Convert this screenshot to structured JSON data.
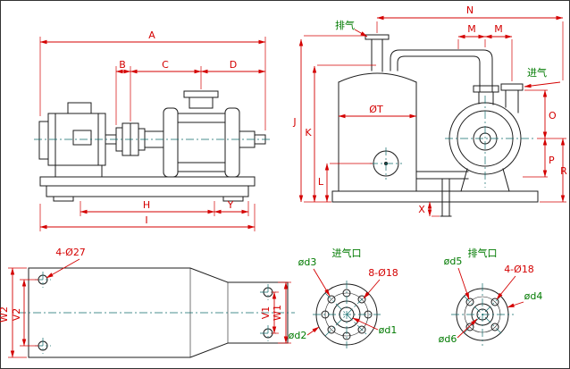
{
  "colors": {
    "dimension": "#d40000",
    "geometry": "#1c1c1c",
    "centerline": "#0e6b6b",
    "label_green": "#007a00",
    "background": "#ffffff"
  },
  "side_view": {
    "dim_a": "A",
    "dim_b": "B",
    "dim_c": "C",
    "dim_d": "D",
    "dim_h": "H",
    "dim_y": "Y",
    "dim_i": "I"
  },
  "end_view": {
    "dim_n": "N",
    "dim_m1": "M",
    "dim_m2": "M",
    "dim_j": "J",
    "dim_k": "K",
    "dim_l": "L",
    "dim_t": "ØT",
    "dim_o": "O",
    "dim_p": "P",
    "dim_r": "R",
    "dim_x": "X",
    "exhaust_label": "排气",
    "intake_label": "进气"
  },
  "plan_view": {
    "dim_w2": "W2",
    "dim_v2": "V2",
    "dim_v1": "V1",
    "dim_w1": "W1",
    "holes_label": "4-Ø27"
  },
  "intake_flange": {
    "title": "进气口",
    "d3": "ød3",
    "holes": "8-Ø18",
    "d2": "ød2",
    "d1": "ød1"
  },
  "exhaust_flange": {
    "title": "排气口",
    "d5": "ød5",
    "holes": "4-Ø18",
    "d4": "ød4",
    "d6": "ød6"
  }
}
